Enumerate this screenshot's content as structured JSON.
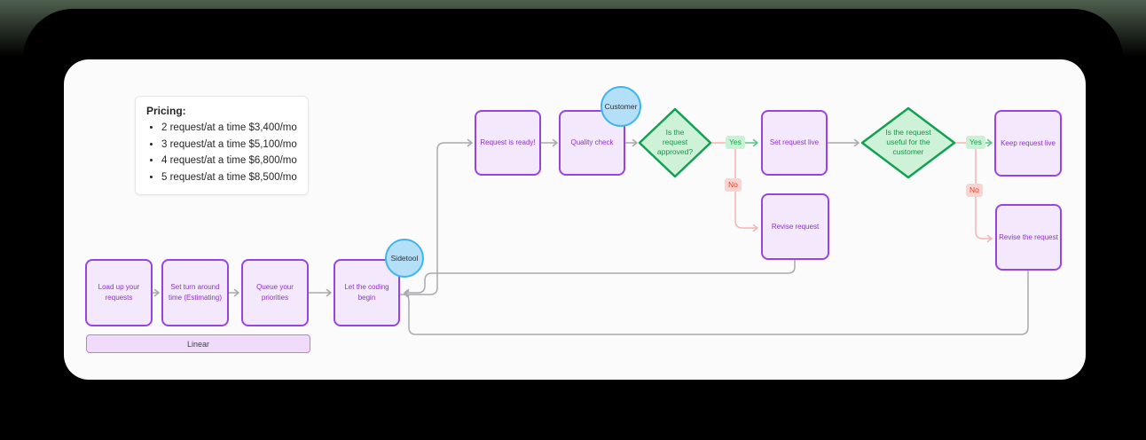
{
  "window": {
    "background": "#000000",
    "top_tint": "#50604f"
  },
  "canvas": {
    "background": "#fbfbfb"
  },
  "pricing_note": {
    "title": "Pricing:",
    "items": [
      "2 request/at a time $3,400/mo",
      "3 request/at a time $5,100/mo",
      "4 request/at a time $6,800/mo",
      "5 request/at a time $8,500/mo"
    ]
  },
  "nodes": {
    "load_up": {
      "label": "Load up your\nrequests"
    },
    "turnaround": {
      "label": "Set turn around\ntime (Estimating)"
    },
    "queue": {
      "label": "Queue your\npriorities"
    },
    "coding": {
      "label": "Let the coding\nbegin"
    },
    "request_ready": {
      "label": "Request is ready!"
    },
    "quality_check": {
      "label": "Quality check"
    },
    "set_live": {
      "label": "Set request live"
    },
    "keep_live": {
      "label": "Keep request live"
    },
    "revise_request": {
      "label": "Revise request"
    },
    "revise_the_request": {
      "label": "Revise the request"
    }
  },
  "decisions": {
    "approved": {
      "label": "Is the\nrequest\napproved?"
    },
    "useful": {
      "label": "Is the request\nuseful for the\ncustomer"
    }
  },
  "actors": {
    "customer": {
      "label": "Customer"
    },
    "sidetool": {
      "label": "Sidetool"
    }
  },
  "branch_labels": {
    "yes": "Yes",
    "no": "No"
  },
  "linear_bar": {
    "label": "Linear"
  },
  "colors": {
    "node_border": "#9745e0",
    "node_fill": "#f4e9fc",
    "node_text": "#8d2fd6",
    "decision_border": "#12a150",
    "decision_fill": "#cdf2d8",
    "decision_text": "#149449",
    "actor_fill": "#b3e0f8",
    "actor_border": "#3fb5ed",
    "connector_gray": "#a9a9ae",
    "connector_green": "#56c981",
    "connector_pink": "#f3b6b2",
    "yes_bg": "#c9f2d5",
    "yes_text": "#17a34a",
    "no_bg": "#fbd4d0",
    "no_text": "#e0442e"
  }
}
